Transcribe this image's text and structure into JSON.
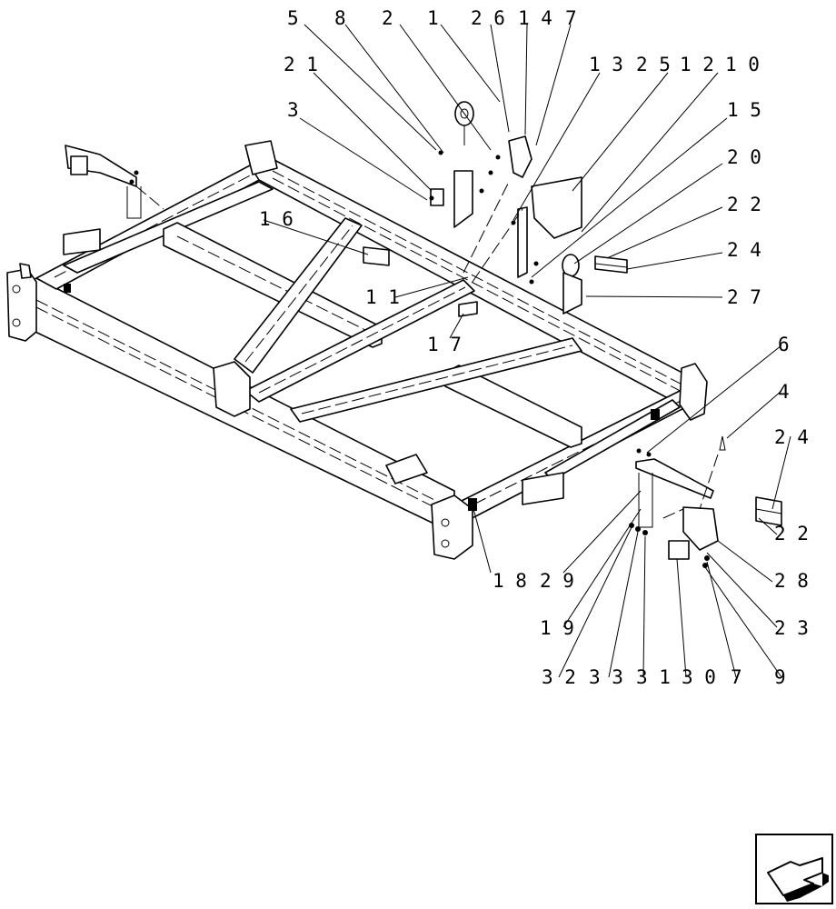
{
  "callouts": [
    {
      "id": "c5",
      "text": "5"
    },
    {
      "id": "c8",
      "text": "8"
    },
    {
      "id": "c2",
      "text": "2"
    },
    {
      "id": "c1",
      "text": "1"
    },
    {
      "id": "c26",
      "text": "2 6"
    },
    {
      "id": "c14",
      "text": "1 4"
    },
    {
      "id": "c7a",
      "text": "7"
    },
    {
      "id": "c21",
      "text": "2 1"
    },
    {
      "id": "c13",
      "text": "1 3"
    },
    {
      "id": "c25",
      "text": "2 5"
    },
    {
      "id": "c12",
      "text": "1 2"
    },
    {
      "id": "c10",
      "text": "1 0"
    },
    {
      "id": "c3",
      "text": "3"
    },
    {
      "id": "c15",
      "text": "1 5"
    },
    {
      "id": "c20",
      "text": "2 0"
    },
    {
      "id": "c16",
      "text": "1 6"
    },
    {
      "id": "c22a",
      "text": "2 2"
    },
    {
      "id": "c24a",
      "text": "2 4"
    },
    {
      "id": "c27",
      "text": "2 7"
    },
    {
      "id": "c11",
      "text": "1 1"
    },
    {
      "id": "c17",
      "text": "1 7"
    },
    {
      "id": "c6",
      "text": "6"
    },
    {
      "id": "c4",
      "text": "4"
    },
    {
      "id": "c24b",
      "text": "2 4"
    },
    {
      "id": "c22b",
      "text": "2 2"
    },
    {
      "id": "c28",
      "text": "2 8"
    },
    {
      "id": "c18",
      "text": "1 8"
    },
    {
      "id": "c29",
      "text": "2 9"
    },
    {
      "id": "c19",
      "text": "1 9"
    },
    {
      "id": "c23",
      "text": "2 3"
    },
    {
      "id": "c32",
      "text": "3 2"
    },
    {
      "id": "c33",
      "text": "3 3"
    },
    {
      "id": "c31",
      "text": "3 1"
    },
    {
      "id": "c30",
      "text": "3 0"
    },
    {
      "id": "c7b",
      "text": "7"
    },
    {
      "id": "c9",
      "text": "9"
    }
  ],
  "icons": {
    "nav_arrow": "left-arrow-icon"
  }
}
